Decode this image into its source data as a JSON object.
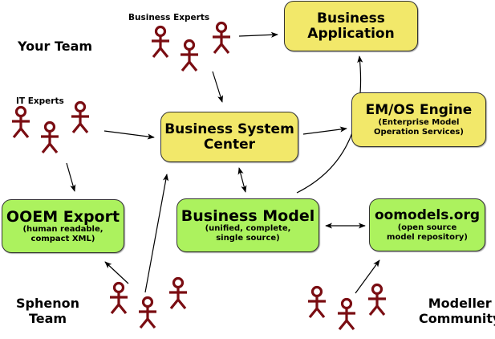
{
  "colors": {
    "actor": "#7a0d12",
    "yellow_box": "#f2e86a",
    "green_box": "#acf25e",
    "stroke": "#000000"
  },
  "groups": {
    "your_team": "Your Team",
    "sphenon_team": [
      "Sphenon",
      "Team"
    ],
    "modeller_community": [
      "Modeller",
      "Community"
    ]
  },
  "actor_labels": {
    "business_experts": "Business Experts",
    "it_experts": "IT Experts"
  },
  "nodes": {
    "business_application": {
      "title": [
        "Business",
        "Application"
      ]
    },
    "business_system_center": {
      "title": [
        "Business System",
        "Center"
      ]
    },
    "emos_engine": {
      "title": "EM/OS Engine",
      "subtitle": [
        "(Enterprise Model",
        "Operation Services)"
      ]
    },
    "ooem_export": {
      "title": "OOEM Export",
      "subtitle": [
        "(human readable,",
        "compact XML)"
      ]
    },
    "business_model": {
      "title": "Business Model",
      "subtitle": [
        "(unified, complete,",
        "single source)"
      ]
    },
    "oomodels": {
      "title": "oomodels.org",
      "subtitle": [
        "(open source",
        "model repository)"
      ]
    }
  }
}
